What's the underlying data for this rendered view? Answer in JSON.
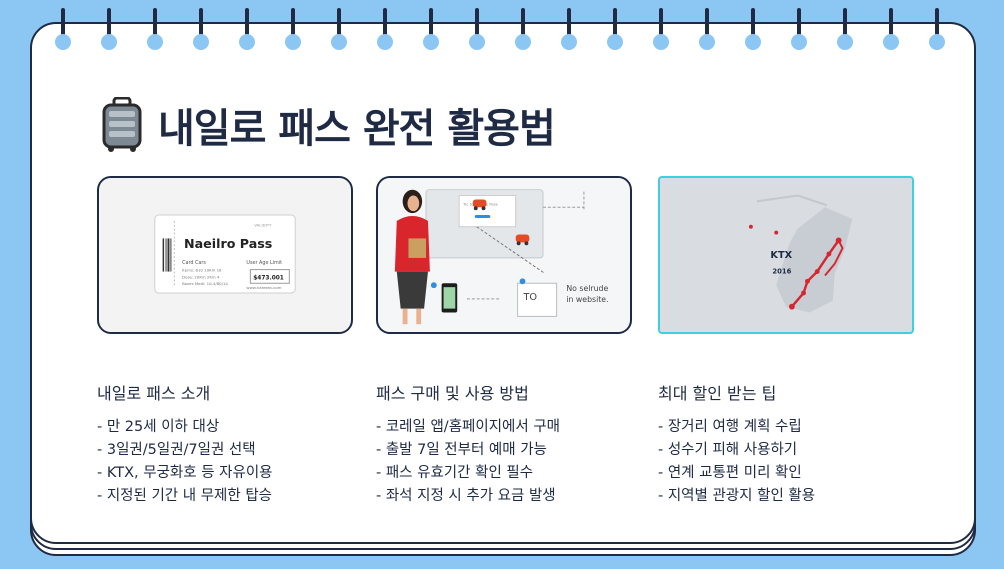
{
  "title": {
    "icon": "suitcase-icon",
    "text": "내일로 패스 완전 활용법"
  },
  "cards": [
    {
      "name": "pass-card-image",
      "pass_title": "Naeilro Pass",
      "validity": "VALIDITY",
      "left_label": "Card Cars",
      "right_label": "User Age Limit",
      "row1": "Items: 610   10Km   18",
      "row2": "Dose:  20Km  2Km   4",
      "row3": "Boxes Medi: 10-4/80/14",
      "price": "$473.001",
      "site": "www.nareent.com"
    },
    {
      "name": "purchase-illustration",
      "screen_text": "Tic to resede Pass",
      "note_code": "TO",
      "note_text_1": "No selrude",
      "note_text_2": "in website."
    },
    {
      "name": "ktx-map",
      "label": "KTX",
      "year": "2016"
    }
  ],
  "columns": [
    {
      "title": "내일로 패스 소개",
      "items": [
        "- 만 25세 이하 대상",
        "- 3일권/5일권/7일권 선택",
        "- KTX, 무궁화호 등 자유이용",
        "- 지정된 기간 내 무제한 탑승"
      ]
    },
    {
      "title": "패스 구매 및 사용 방법",
      "items": [
        "- 코레일 앱/홈페이지에서 구매",
        "- 출발 7일 전부터 예매 가능",
        "- 패스 유효기간 확인 필수",
        "- 좌석 지정 시 추가 요금 발생"
      ]
    },
    {
      "title": "최대 할인 받는 팁",
      "items": [
        "- 장거리 여행 계획 수립",
        "- 성수기 피해 사용하기",
        "- 연계 교통편 미리 확인",
        "- 지역별 관광지 할인 활용"
      ]
    }
  ],
  "colors": {
    "background": "#8cc6f2",
    "ink": "#1f2a44",
    "accent_red": "#d6262f",
    "selection": "#3ad1e0"
  }
}
